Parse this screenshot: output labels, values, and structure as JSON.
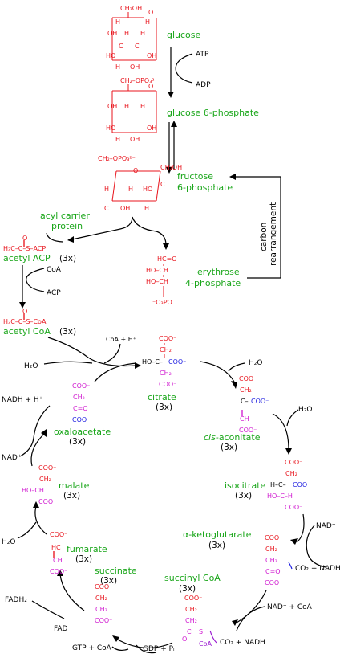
{
  "names": {
    "glucose": "glucose",
    "g6p": "glucose 6-phosphate",
    "f6p_1": "fructose",
    "f6p_2": "6-phosphate",
    "acp_1": "acyl carrier",
    "acp_2": "protein",
    "acetyl_acp": "acetyl ACP",
    "e4p_1": "erythrose",
    "e4p_2": "4-phosphate",
    "acetyl_coa": "acetyl CoA",
    "citrate": "citrate",
    "cis_aconitate_italic": "cis",
    "cis_aconitate_rest": "-aconitate",
    "isocitrate": "isocitrate",
    "akg": "α-ketoglutarate",
    "succinyl_coa": "succinyl CoA",
    "succinate": "succinate",
    "fumarate": "fumarate",
    "malate": "malate",
    "oxaloacetate": "oxaloacetate"
  },
  "multipliers": {
    "acetyl_acp": "(3x)",
    "acetyl_coa": "(3x)",
    "citrate": "(3x)",
    "cis_aconitate": "(3x)",
    "isocitrate": "(3x)",
    "akg": "(3x)",
    "succinyl_coa": "(3x)",
    "succinate": "(3x)",
    "fumarate": "(3x)",
    "malate": "(3x)",
    "oxaloacetate": "(3x)"
  },
  "cofactors": {
    "atp": "ATP",
    "adp": "ADP",
    "coa": "CoA",
    "acp": "ACP",
    "coa_h": "CoA + H⁺",
    "h2o_1": "H₂O",
    "h2o_2": "H₂O",
    "h2o_3": "H₂O",
    "h2o_4": "H₂O",
    "nadh_h": "NADH + H⁺",
    "nad_1": "NAD⁺",
    "nad_2": "NAD⁺",
    "co2_nadh_1": "CO₂ + NADH",
    "nad_coa": "NAD⁺ + CoA",
    "co2_nadh_2": "CO₂ + NADH",
    "gdp_pi": "GDP + Pᵢ",
    "gtp_coa": "GTP + CoA",
    "fad": "FAD",
    "fadh2": "FADH₂",
    "carbon_1": "carbon",
    "carbon_2": "rearrangement"
  },
  "structures": {
    "ch2oh": "CH₂OH",
    "ch2opo3": "CH₂–OPO₃²⁻",
    "f6p_top": "CH₂–OPO₃²⁻",
    "acetyl_acp_formula": "H₃C–C–S–ACP",
    "acetyl_coa_formula": "H₃C–C–S–CoA",
    "hc_o": "HC=O",
    "hoch_1": "HO–CH",
    "hoch_2": "HO–CH",
    "o3po": "⁻O₃PO",
    "coo": "COO⁻",
    "ch2": "CH₂",
    "c_o": "C=O",
    "ch": "CH",
    "c": "C",
    "ho_c": "HO–C–COO⁻",
    "h_c_coo": "H–C–COO⁻",
    "ho_c_h": "HO–C–H",
    "c_coo": "C–COO⁻",
    "s_coa_s": "S",
    "s_coa": "CoA",
    "ho_ch": "HO–CH",
    "hc": "HC"
  },
  "colors": {
    "substrate": "#e8141c",
    "label": "#1aa61a",
    "cycle_magenta": "#d01ad0",
    "cycle_blue": "#1a1ae0",
    "cycle_purple": "#9a1ad0"
  }
}
